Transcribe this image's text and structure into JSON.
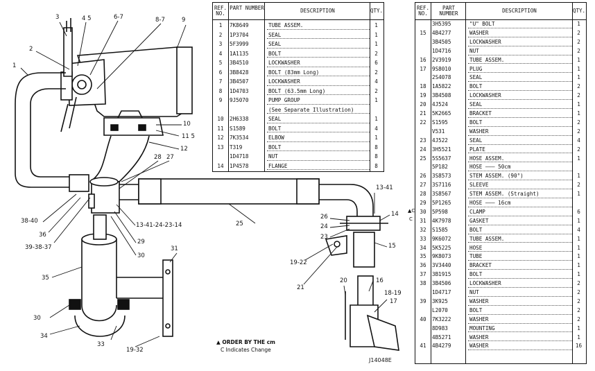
{
  "headers": {
    "ref": "REF. NO.",
    "part": "PART NUMBER",
    "desc": "DESCRIPTION",
    "qty": "QTY."
  },
  "table_left": [
    {
      "ref": "1",
      "part": "7K8649",
      "desc": "TUBE ASSEM.",
      "qty": "1"
    },
    {
      "ref": "2",
      "part": "1P3704",
      "desc": "SEAL",
      "qty": "1"
    },
    {
      "ref": "3",
      "part": "5F3999",
      "desc": "SEAL",
      "qty": "1"
    },
    {
      "ref": "4",
      "part": "1A1135",
      "desc": "BOLT",
      "qty": "2"
    },
    {
      "ref": "5",
      "part": "3B4510",
      "desc": "LOCKWASHER",
      "qty": "6"
    },
    {
      "ref": "6",
      "part": "3B8428",
      "desc": "BOLT (83mm Long)",
      "qty": "2"
    },
    {
      "ref": "7",
      "part": "3B4507",
      "desc": "LOCKWASHER",
      "qty": "4"
    },
    {
      "ref": "8",
      "part": "1D4703",
      "desc": "BOLT (63.5mm Long)",
      "qty": "2"
    },
    {
      "ref": "9",
      "part": "9J5070",
      "desc": "PUMP GROUP",
      "qty": "1"
    },
    {
      "ref": "",
      "part": "",
      "desc": "(See Separate Illustration)",
      "qty": ""
    },
    {
      "ref": "10",
      "part": "2H6338",
      "desc": "SEAL",
      "qty": "1"
    },
    {
      "ref": "11",
      "part": "S1589",
      "desc": "BOLT",
      "qty": "4"
    },
    {
      "ref": "12",
      "part": "7K3534",
      "desc": "ELBOW",
      "qty": "1"
    },
    {
      "ref": "13",
      "part": "T319",
      "desc": "BOLT",
      "qty": "8"
    },
    {
      "ref": "",
      "part": "1D4718",
      "desc": "NUT",
      "qty": "8"
    },
    {
      "ref": "14",
      "part": "1P4578",
      "desc": "FLANGE",
      "qty": "8"
    }
  ],
  "table_right": [
    {
      "ref": "",
      "part": "3H5395",
      "desc": "\"U\" BOLT",
      "qty": "1"
    },
    {
      "ref": "15",
      "part": "4B4277",
      "desc": "WASHER",
      "qty": "2"
    },
    {
      "ref": "",
      "part": "3B4505",
      "desc": "LOCKWASHER",
      "qty": "2"
    },
    {
      "ref": "",
      "part": "1D4716",
      "desc": "NUT",
      "qty": "2"
    },
    {
      "ref": "16",
      "part": "2V3919",
      "desc": "TUBE ASSEM.",
      "qty": "1"
    },
    {
      "ref": "17",
      "part": "9S8010",
      "desc": "PLUG",
      "qty": "1"
    },
    {
      "ref": "",
      "part": "2S4078",
      "desc": "SEAL",
      "qty": "1"
    },
    {
      "ref": "18",
      "part": "1A5822",
      "desc": "BOLT",
      "qty": "2"
    },
    {
      "ref": "19",
      "part": "3B4508",
      "desc": "LOCKWASHER",
      "qty": "2"
    },
    {
      "ref": "20",
      "part": "4J524",
      "desc": "SEAL",
      "qty": "1"
    },
    {
      "ref": "21",
      "part": "5K2665",
      "desc": "BRACKET",
      "qty": "1"
    },
    {
      "ref": "22",
      "part": "S1595",
      "desc": "BOLT",
      "qty": "2"
    },
    {
      "ref": "",
      "part": "V531",
      "desc": "WASHER",
      "qty": "2"
    },
    {
      "ref": "23",
      "part": "4J522",
      "desc": "SEAL",
      "qty": "4"
    },
    {
      "ref": "24",
      "part": "3H5521",
      "desc": "PLATE",
      "qty": "2"
    },
    {
      "ref": "25",
      "part": "5S5637",
      "desc": "HOSE ASSEM.",
      "qty": "1"
    },
    {
      "ref": "",
      "part": "5P182",
      "desc": "HOSE ——— 50cm",
      "qty": ""
    },
    {
      "ref": "26",
      "part": "3S8573",
      "desc": "STEM ASSEM. (90°)",
      "qty": "1"
    },
    {
      "ref": "27",
      "part": "3S7116",
      "desc": "SLEEVE",
      "qty": "2"
    },
    {
      "ref": "28",
      "part": "3S8567",
      "desc": "STEM ASSEM. (Straight)",
      "qty": "1"
    },
    {
      "ref": "29",
      "part": "5P1265",
      "desc": "HOSE ——— 16cm",
      "qty": ""
    },
    {
      "ref": "30",
      "part": "5P598",
      "desc": "CLAMP",
      "qty": "6"
    },
    {
      "ref": "31",
      "part": "4K7978",
      "desc": "GASKET",
      "qty": "1"
    },
    {
      "ref": "32",
      "part": "S1585",
      "desc": "BOLT",
      "qty": "4"
    },
    {
      "ref": "33",
      "part": "9K6072",
      "desc": "TUBE ASSEM.",
      "qty": "1"
    },
    {
      "ref": "34",
      "part": "5K5225",
      "desc": "HOSE",
      "qty": "1"
    },
    {
      "ref": "35",
      "part": "9K8073",
      "desc": "TUBE",
      "qty": "1"
    },
    {
      "ref": "36",
      "part": "3V3440",
      "desc": "BRACKET",
      "qty": "1"
    },
    {
      "ref": "37",
      "part": "3B1915",
      "desc": "BOLT",
      "qty": "1"
    },
    {
      "ref": "38",
      "part": "3B4506",
      "desc": "LOCKWASHER",
      "qty": "2"
    },
    {
      "ref": "",
      "part": "1D4717",
      "desc": "NUT",
      "qty": "2"
    },
    {
      "ref": "39",
      "part": "3K925",
      "desc": "WASHER",
      "qty": "2"
    },
    {
      "ref": "",
      "part": "L2070",
      "desc": "BOLT",
      "qty": "2"
    },
    {
      "ref": "40",
      "part": "7K3222",
      "desc": "WASHER",
      "qty": "2"
    },
    {
      "ref": "",
      "part": "8D983",
      "desc": "MOUNTING",
      "qty": "1"
    },
    {
      "ref": "",
      "part": "4B5271",
      "desc": "WASHER",
      "qty": "1"
    },
    {
      "ref": "41",
      "part": "4B4279",
      "desc": "WASHER",
      "qty": "16"
    }
  ],
  "margin_marks": {
    "order_mark": "▲C",
    "c_mark": "C"
  },
  "callouts": [
    {
      "id": "c1",
      "text": "1"
    },
    {
      "id": "c2",
      "text": "2"
    },
    {
      "id": "c3",
      "text": "3"
    },
    {
      "id": "c45",
      "text": "4 5"
    },
    {
      "id": "c67",
      "text": "6-7"
    },
    {
      "id": "c87",
      "text": "8-7"
    },
    {
      "id": "c9",
      "text": "9"
    },
    {
      "id": "c10",
      "text": "10"
    },
    {
      "id": "c115",
      "text": "11 5"
    },
    {
      "id": "c12",
      "text": "12"
    },
    {
      "id": "c27",
      "text": "27"
    },
    {
      "id": "c28",
      "text": "28"
    },
    {
      "id": "c1341a",
      "text": "13-41"
    },
    {
      "id": "c14a",
      "text": "14"
    },
    {
      "id": "c26",
      "text": "26"
    },
    {
      "id": "c24",
      "text": "24"
    },
    {
      "id": "c23",
      "text": "23"
    },
    {
      "id": "c15",
      "text": "15"
    },
    {
      "id": "c25",
      "text": "25"
    },
    {
      "id": "c1341b",
      "text": "13-41-24-23-14"
    },
    {
      "id": "c3840",
      "text": "38-40"
    },
    {
      "id": "c36",
      "text": "36"
    },
    {
      "id": "c393837",
      "text": "39-38-37"
    },
    {
      "id": "c29",
      "text": "29"
    },
    {
      "id": "c30a",
      "text": "30"
    },
    {
      "id": "c31",
      "text": "31"
    },
    {
      "id": "c35",
      "text": "35"
    },
    {
      "id": "c30b",
      "text": "30"
    },
    {
      "id": "c34",
      "text": "34"
    },
    {
      "id": "c33",
      "text": "33"
    },
    {
      "id": "c1932",
      "text": "19-32"
    },
    {
      "id": "c1922",
      "text": "19-22"
    },
    {
      "id": "c21",
      "text": "21"
    },
    {
      "id": "c20",
      "text": "20"
    },
    {
      "id": "c16",
      "text": "16"
    },
    {
      "id": "c1819",
      "text": "18-19"
    },
    {
      "id": "c17",
      "text": "17"
    }
  ],
  "footnote": {
    "line1": "▲ ORDER BY THE cm",
    "line2": "C Indicates Change"
  },
  "drawing_id": "J14048E"
}
